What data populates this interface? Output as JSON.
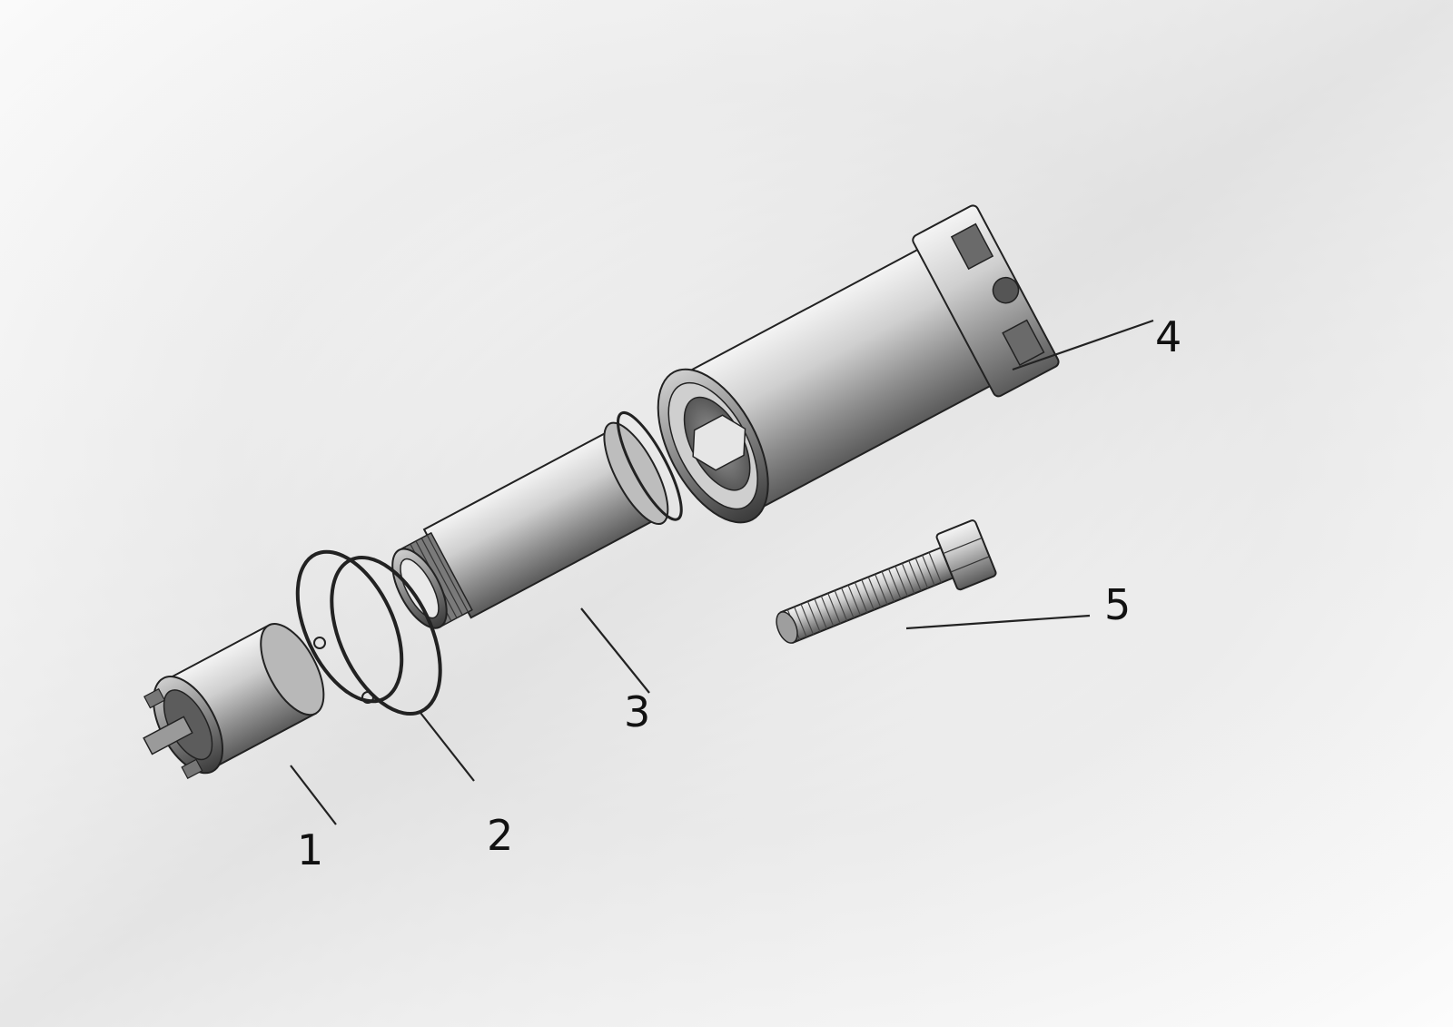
{
  "diagram": {
    "type": "exploded-assembly",
    "callouts": [
      {
        "id": "1",
        "label": "1"
      },
      {
        "id": "2",
        "label": "2"
      },
      {
        "id": "3",
        "label": "3"
      },
      {
        "id": "4",
        "label": "4"
      },
      {
        "id": "5",
        "label": "5"
      }
    ]
  }
}
